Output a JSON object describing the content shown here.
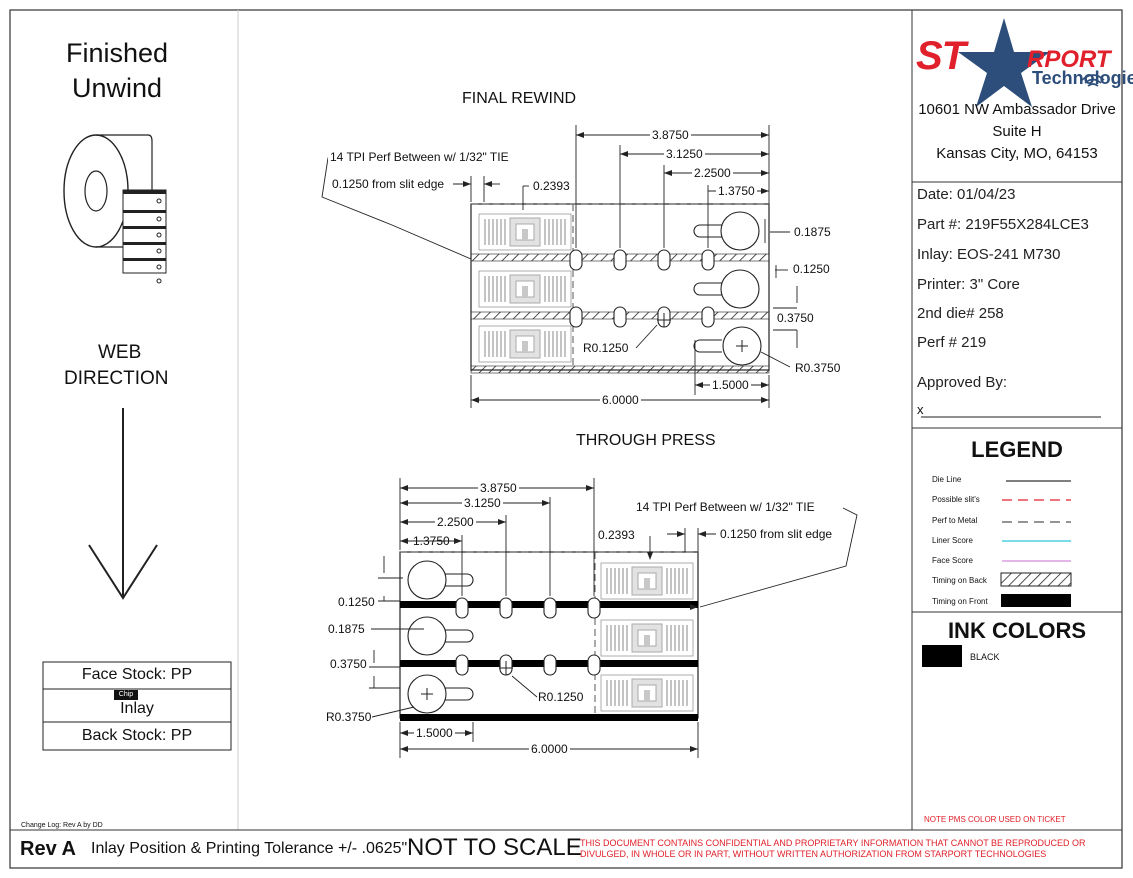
{
  "left_panel": {
    "title_line1": "Finished",
    "title_line2": "Unwind",
    "web_direction_line1": "WEB",
    "web_direction_line2": "DIRECTION",
    "face_stock": "Face Stock: PP",
    "chip_badge": "Chip",
    "inlay": "Inlay",
    "back_stock": "Back Stock: PP",
    "change_log": "Change Log: Rev A by DD"
  },
  "final_rewind": {
    "title": "FINAL REWIND",
    "perf_note": "14 TPI Perf Between w/ 1/32\" TIE",
    "slit_note": "0.1250 from slit edge",
    "dim_3_8750": "3.8750",
    "dim_3_1250": "3.1250",
    "dim_2_2500": "2.2500",
    "dim_1_3750": "1.3750",
    "dim_0_2393": "0.2393",
    "dim_0_1875": "0.1875",
    "dim_0_1250": "0.1250",
    "dim_0_3750": "0.3750",
    "radius_small": "R0.1250",
    "radius_large": "R0.3750",
    "dim_1_5000": "1.5000",
    "dim_6_0000": "6.0000"
  },
  "through_press": {
    "title": "THROUGH PRESS",
    "perf_note": "14 TPI Perf Between w/ 1/32\" TIE",
    "slit_note": "0.1250 from slit edge",
    "dim_3_8750": "3.8750",
    "dim_3_1250": "3.1250",
    "dim_2_2500": "2.2500",
    "dim_1_3750": "1.3750",
    "dim_0_2393": "0.2393",
    "dim_0_1250": "0.1250",
    "dim_0_1875": "0.1875",
    "dim_0_3750": "0.3750",
    "radius_small": "R0.1250",
    "radius_large": "R0.3750",
    "dim_1_5000": "1.5000",
    "dim_6_0000": "6.0000"
  },
  "company": {
    "logo_star": "ST",
    "logo_rport": "RPORT",
    "logo_technologies": "Technologies",
    "address_line1": "10601 NW Ambassador Drive",
    "address_line2": "Suite H",
    "address_line3": "Kansas City, MO, 64153"
  },
  "job_info": {
    "date": "Date: 01/04/23",
    "part": "Part #: 219F55X284LCE3",
    "inlay": "Inlay: EOS-241 M730",
    "printer": "Printer: 3\" Core",
    "second_die": "2nd die# 258",
    "perf": "Perf # 219",
    "approved_by": "Approved By:",
    "approved_x": "x"
  },
  "legend": {
    "title": "LEGEND",
    "items": [
      {
        "label": "Die Line",
        "color": "#333333",
        "style": "solid"
      },
      {
        "label": "Possible slit's",
        "color": "#e0202a",
        "style": "dashed"
      },
      {
        "label": "Perf to Metal",
        "color": "#555555",
        "style": "dashed"
      },
      {
        "label": "Liner Score",
        "color": "#29c6d6",
        "style": "solid"
      },
      {
        "label": "Face Score",
        "color": "#d08ad8",
        "style": "solid"
      },
      {
        "label": "Timing on Back",
        "color": "#000000",
        "style": "hatched"
      },
      {
        "label": "Timing on Front",
        "color": "#000000",
        "style": "filled"
      }
    ]
  },
  "ink_colors": {
    "title": "INK COLORS",
    "items": [
      {
        "label": "BLACK",
        "color": "#000000"
      }
    ]
  },
  "pms_note": "NOTE PMS COLOR USED ON TICKET",
  "footer": {
    "rev": "Rev A",
    "tolerance": "Inlay Position & Printing Tolerance +/- .0625\"",
    "not_to_scale": "NOT TO SCALE",
    "confidential_line1": "THIS DOCUMENT CONTAINS CONFIDENTIAL AND PROPRIETARY INFORMATION THAT CANNOT  BE REPRODUCED OR",
    "confidential_line2": "DIVULGED, IN WHOLE OR IN PART, WITHOUT WRITTEN   AUTHORIZATION FROM STARPORT TECHNOLOGIES"
  },
  "colors": {
    "border": "#333333",
    "accent_red": "#e0202a",
    "brand_blue": "#2d4e7a"
  }
}
